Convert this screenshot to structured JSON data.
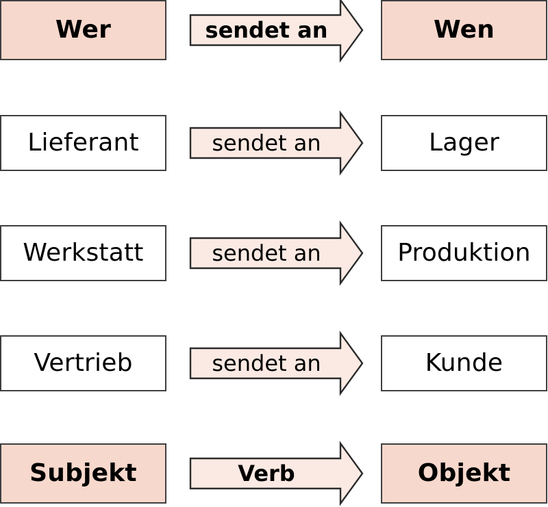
{
  "diagram": {
    "title": "Wer sendet an Wen",
    "colors": {
      "accent_fill": "#f7d8cc",
      "arrow_fill": "#fbeae3",
      "outline": "#3f3f3f",
      "text": "#000000",
      "background": "#ffffff"
    },
    "arrow_icon_name": "right-arrow-shape",
    "rows": [
      {
        "style": "accent",
        "subject": "Wer",
        "verb": "sendet an",
        "object": "Wen"
      },
      {
        "style": "plain",
        "subject": "Lieferant",
        "verb": "sendet an",
        "object": "Lager"
      },
      {
        "style": "plain",
        "subject": "Werkstatt",
        "verb": "sendet an",
        "object": "Produktion"
      },
      {
        "style": "plain",
        "subject": "Vertrieb",
        "verb": "sendet an",
        "object": "Kunde"
      },
      {
        "style": "accent",
        "subject": "Subjekt",
        "verb": "Verb",
        "object": "Objekt"
      }
    ]
  }
}
